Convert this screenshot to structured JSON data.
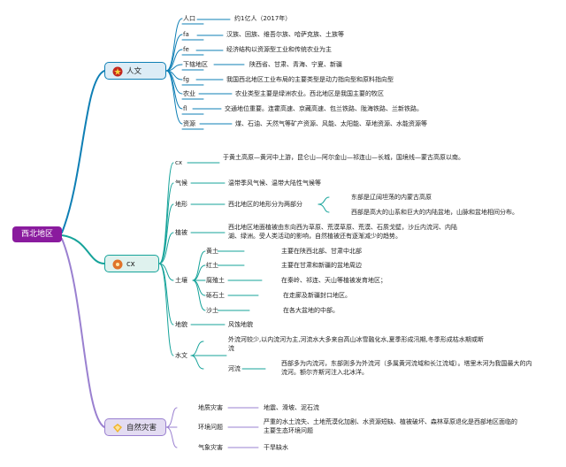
{
  "root": "西北地区",
  "colors": {
    "renwen": "#0e7fb5",
    "cx": "#16a39a",
    "disaster": "#9a80d0",
    "renwen_bg": "#dcecf6",
    "cx_bg": "#dff2ee",
    "disaster_bg": "#e3dcf2",
    "root_bg": "#8a1b9e"
  },
  "branches": {
    "renwen": {
      "label": "人文",
      "icon": "star-icon",
      "items": [
        {
          "key": "人口",
          "value": "约1亿人（2017年）"
        },
        {
          "key": "fa",
          "value": "汉族、回族、维吾尔族、哈萨克族、土族等"
        },
        {
          "key": "fe",
          "value": "经济结构以资源型工业和传统农业为主"
        },
        {
          "key": "下辖地区",
          "value": "陕西省、甘肃、青海、宁夏、新疆"
        },
        {
          "key": "fg",
          "value": "我国西北地区工业布局的主要类型是动力指向型和原料指向型"
        },
        {
          "key": "农业",
          "value": "农业类型主要是绿洲农业。西北地区是我国主要的牧区"
        },
        {
          "key": "fl",
          "value": "交通地位重要。连霍高速、京藏高速、包兰铁路、陇海铁路、兰新铁路。"
        },
        {
          "key": "资源",
          "value": "煤、石油、天然气等矿产资源、风能、太阳能、草地资源、水能资源等"
        }
      ]
    },
    "cx": {
      "label": "cx",
      "icon": "gear-icon",
      "cx_key": "cx",
      "cx_value": "于黄土高原—黄河中上游，昆仑山—阿尔金山—祁连山—长城，国境线—蒙古高原以南。",
      "climate_key": "气候",
      "climate_value": "温带季风气候、温带大陆性气候等",
      "terrain_key": "地形",
      "terrain_value": "西北地区的地形分为两部分",
      "terrain_east": "东部是辽阔坦荡的内蒙古高原",
      "terrain_west": "西部是高大的山系和巨大的内陆盆地，山脉和盆地相间分布。",
      "vegetation_key": "植被",
      "vegetation_value": "西北地区地面植被由东向西为草原、荒漠草原、荒漠、石质戈壁，沙丘内流河、内陆湖、绿洲。受人类活动的影响，自然植被还有逐渐减少的趋势。",
      "soil_key": "土壤",
      "soils": [
        {
          "key": "黄土",
          "value": "主要在陕西北部、甘肃中北部"
        },
        {
          "key": "红土",
          "value": "主要在甘肃和新疆的盆地周边"
        },
        {
          "key": "腐殖土",
          "value": "在秦岭、祁连、天山等植被发育地区；"
        },
        {
          "key": "砾石土",
          "value": "在走廊及新疆封口地区。"
        },
        {
          "key": "沙土",
          "value": "在各大盆地的中部。"
        }
      ],
      "landform_key": "地貌",
      "landform_value": "风蚀地貌",
      "hydro_key": "水文",
      "hydro_value": "外流河较少,以内流河为主,河流水大多来自高山冰雪融化水,夏季形成汛期,冬季形成枯水期或断流",
      "river_key": "河流",
      "river_value": "西部多为内流河，东部则多为外流河（多属黄河流域和长江流域）。塔里木河为我国最大的内流河。额尔齐斯河注入北冰洋。"
    },
    "disaster": {
      "label": "自然灾害",
      "icon": "diamond-icon",
      "items": [
        {
          "key": "地质灾害",
          "value": "地震、滑坡、泥石流"
        },
        {
          "key": "环境问题",
          "value": "严重的水土流失、土地荒漠化加剧、水资源短缺、植被破坏、森林草原退化是西部地区面临的主要生态环境问题"
        },
        {
          "key": "气象灾害",
          "value": "干旱缺水"
        }
      ]
    }
  }
}
